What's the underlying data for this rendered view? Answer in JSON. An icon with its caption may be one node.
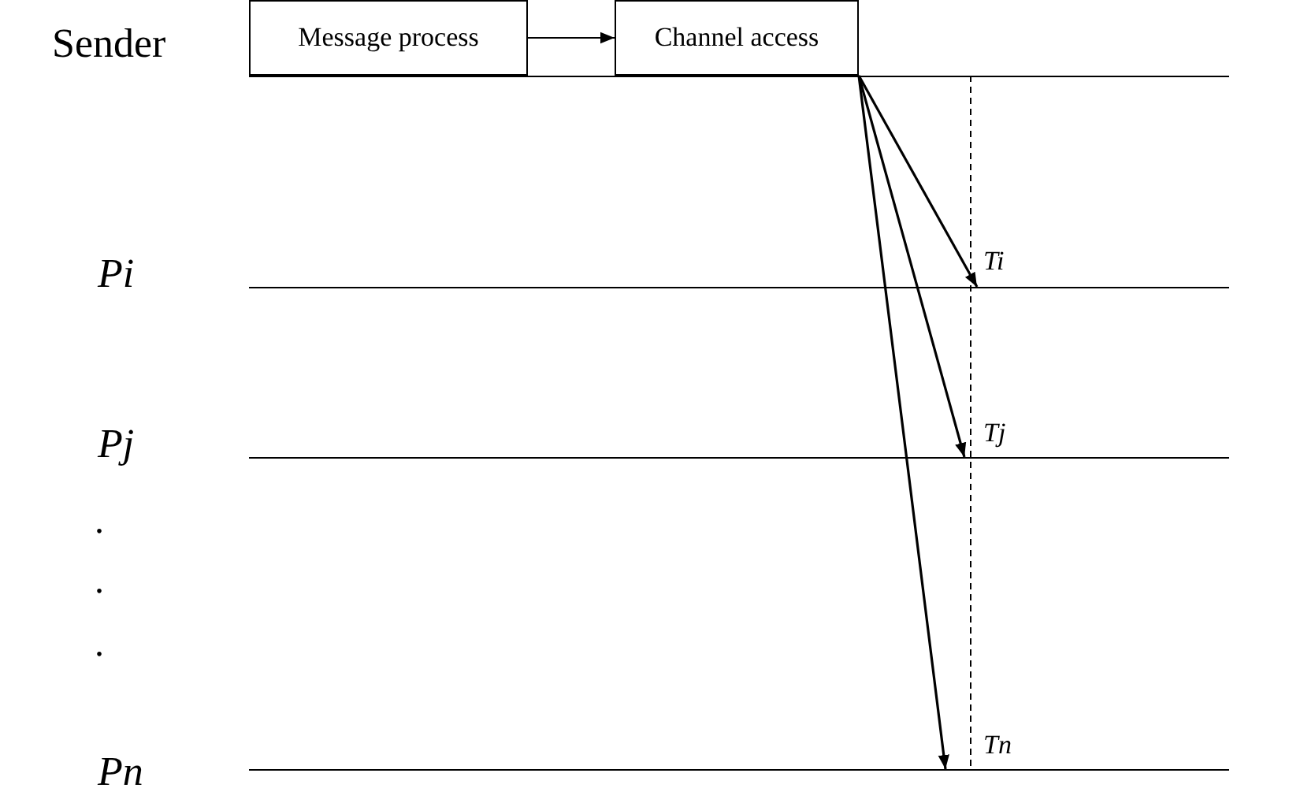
{
  "diagram": {
    "nodes": [
      {
        "text": [
          "Message process"
        ]
      },
      {
        "text": [
          "Channel access"
        ]
      },
      {
        "text": [
          "Sender"
        ]
      },
      {
        "text": [
          "Pi"
        ]
      },
      {
        "text": [
          "Pj"
        ]
      },
      {
        "text": [
          "Pn"
        ]
      }
    ],
    "edges": [
      {
        "from": 0,
        "to": 1,
        "arrow": "to"
      },
      {
        "from": 1,
        "to": 3,
        "arrow": "to"
      },
      {
        "from": 1,
        "to": 4,
        "arrow": "to"
      },
      {
        "from": 1,
        "to": 5,
        "arrow": "to"
      }
    ],
    "labels": [
      ".",
      ".",
      ".",
      "Ti",
      "Tj",
      "Tn"
    ]
  }
}
